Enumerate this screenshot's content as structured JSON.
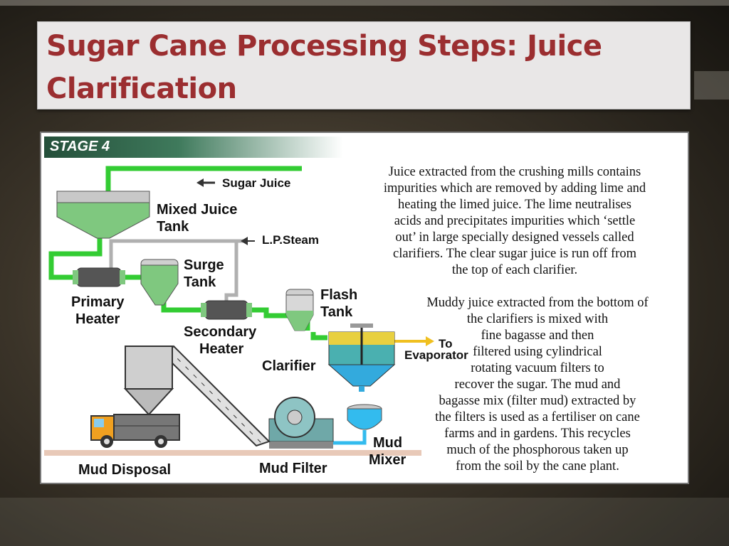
{
  "slide": {
    "title": "Sugar Cane Processing Steps: Juice Clarification"
  },
  "diagram": {
    "stage_label": "STAGE 4",
    "labels": {
      "sugar_juice": "Sugar Juice",
      "mixed_juice_tank_1": "Mixed Juice",
      "mixed_juice_tank_2": "Tank",
      "lp_steam": "L.P.Steam",
      "surge_tank_1": "Surge",
      "surge_tank_2": "Tank",
      "primary_heater_1": "Primary",
      "primary_heater_2": "Heater",
      "flash_tank_1": "Flash",
      "flash_tank_2": "Tank",
      "secondary_heater_1": "Secondary",
      "secondary_heater_2": "Heater",
      "to_evaporator_1": "To",
      "to_evaporator_2": "Evaporator",
      "clarifier": "Clarifier",
      "mud_mixer_1": "Mud",
      "mud_mixer_2": "Mixer",
      "mud_disposal": "Mud Disposal",
      "mud_filter": "Mud Filter"
    },
    "description_1": [
      "Juice extracted from the crushing mills contains",
      "impurities which are removed by adding lime and",
      "heating the limed juice.  The lime neutralises",
      "acids and precipitates impurities which ‘settle",
      "out’ in large specially designed vessels called",
      "clarifiers.  The clear sugar juice is run off from",
      "the top of each clarifier."
    ],
    "description_2": [
      "Muddy juice extracted from the bottom of",
      "the clarifiers is mixed with",
      "fine bagasse and then",
      "filtered using cylindrical",
      "rotating vacuum filters to",
      "recover the sugar.  The mud and",
      "bagasse mix (filter mud) extracted by",
      "the filters is used as a fertiliser on cane",
      "farms and in gardens.  This recycles",
      "much of the phosphorous taken up",
      "from the soil by the cane plant."
    ],
    "colors": {
      "juice_pipe": "#33cc33",
      "steam_pipe": "#b0b0b0",
      "mud_pipe": "#33bbee",
      "tank_green": "#7fc87f",
      "title_red": "#9b2e30"
    }
  }
}
